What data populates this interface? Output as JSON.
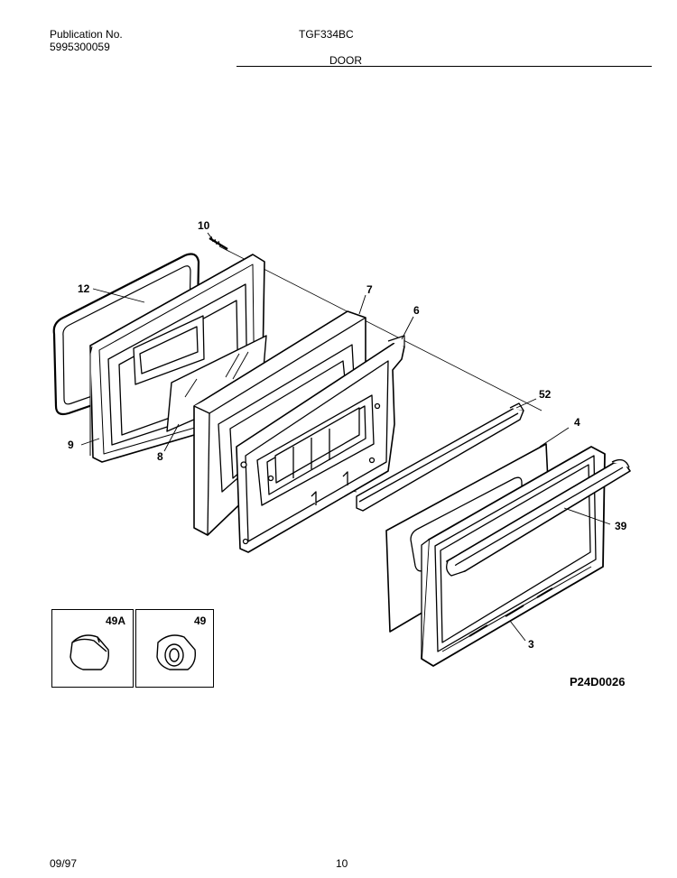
{
  "header": {
    "publication_label": "Publication No.",
    "publication_number": "5995300059",
    "model": "TGF334BC",
    "section": "DOOR"
  },
  "diagram": {
    "code": "P24D0026",
    "callouts": {
      "c10": "10",
      "c12": "12",
      "c7": "7",
      "c6": "6",
      "c9": "9",
      "c8": "8",
      "c52": "52",
      "c4": "4",
      "c39": "39",
      "c3": "3"
    },
    "insets": {
      "left_label": "49A",
      "right_label": "49"
    }
  },
  "footer": {
    "date": "09/97",
    "page": "10"
  }
}
